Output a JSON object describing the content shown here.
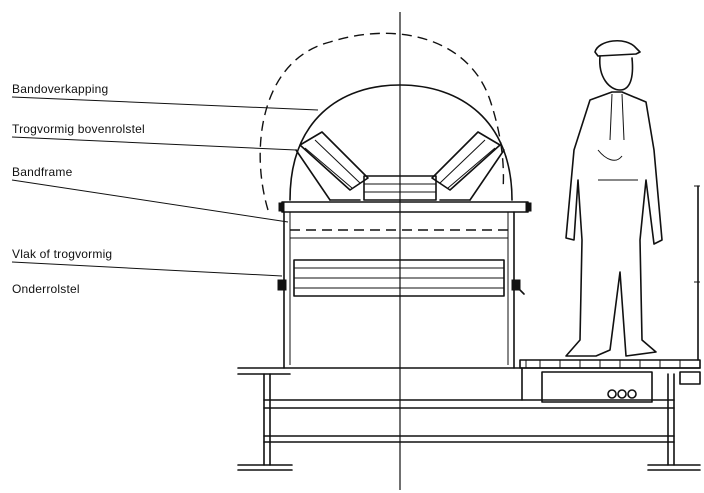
{
  "labels": {
    "belt_cover": "Bandoverkapping",
    "trough_top_roller": "Trogvormig bovenrolstel",
    "belt_frame": "Bandframe",
    "flat_or_trough": "Vlak of trogvormig",
    "return_roller": "Onderrolstel"
  },
  "colors": {
    "ink": "#111111",
    "paper": "#ffffff"
  },
  "icons": {
    "person": "standing-worker-figure"
  }
}
